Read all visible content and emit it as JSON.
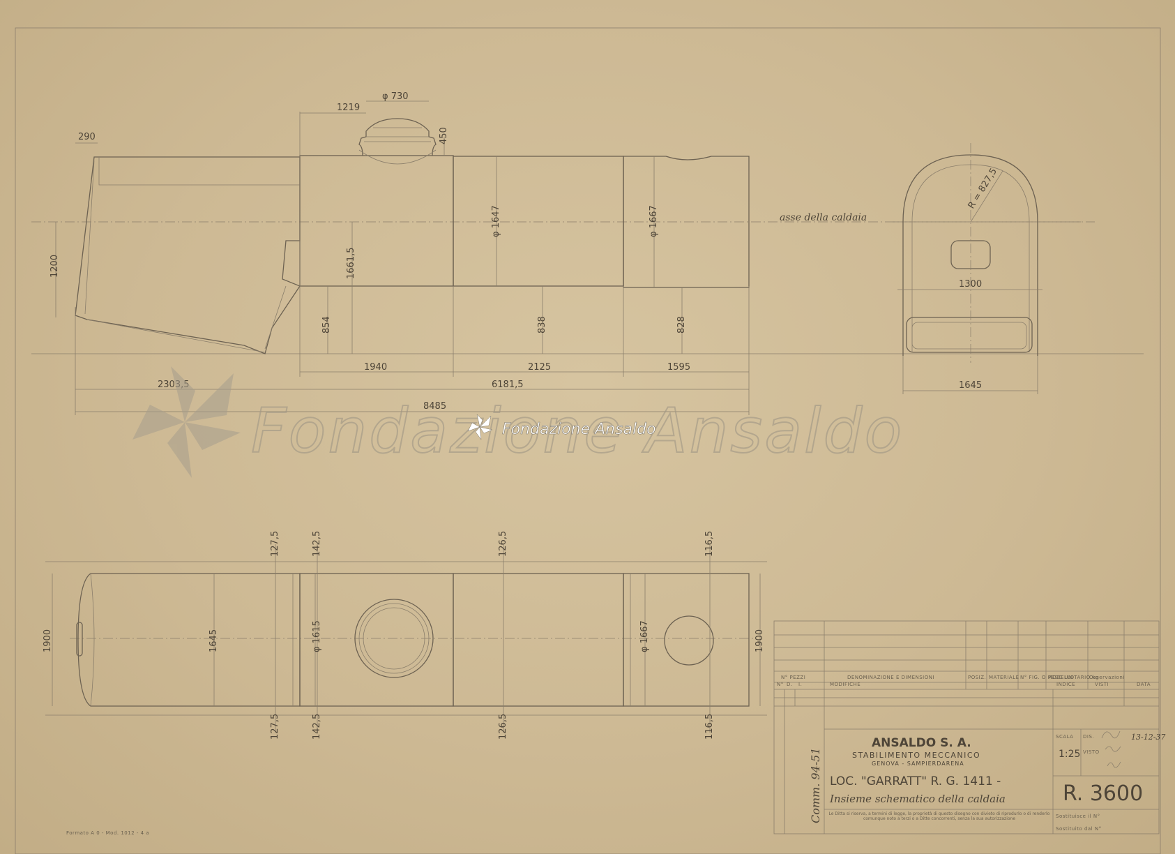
{
  "watermark": {
    "large": "Fondazione Ansaldo",
    "small": "Fondazione Ansaldo"
  },
  "side_view": {
    "axis_label": "asse della caldaia",
    "dims": {
      "d290": "290",
      "d1219": "1219",
      "d730": "φ 730",
      "d450": "450",
      "d1200": "1200",
      "d1647": "φ 1647",
      "d1667": "φ 1667",
      "d1661": "1661,5",
      "d854": "854",
      "d838": "838",
      "d828": "828",
      "d1940": "1940",
      "d2125": "2125",
      "d1595": "1595",
      "d2303": "2303,5",
      "d6181": "6181,5",
      "d8485": "8485"
    }
  },
  "front_view": {
    "dims": {
      "radius": "R = 827,5",
      "d1300": "1300",
      "d1645": "1645"
    }
  },
  "plan_view": {
    "dims": {
      "t127": "127,5",
      "t142": "142,5",
      "t126": "126,5",
      "t116": "116,5",
      "b127": "127,5",
      "b142": "142,5",
      "b126": "126,5",
      "b116": "116,5",
      "d1900l": "1900",
      "d1900r": "1900",
      "d1645": "1645",
      "d1615": "φ 1615",
      "d1667": "φ 1667"
    }
  },
  "bottom_note": "Formato A 0 - Mod. 1012 - 4 a",
  "title_block": {
    "parts_headers": [
      "N° PEZZI",
      "DENOMINAZIONE E DIMENSIONI",
      "POSIZ.",
      "MATERIALE",
      "N° FIG. O MODELLO",
      "PESO UNITARIO kg",
      "Osservazioni"
    ],
    "mod_headers": [
      "N°",
      "D.",
      "I.",
      "MODIFICHE",
      "INDICE",
      "VISTI",
      "DATA"
    ],
    "company": "ANSALDO S. A.",
    "plant": "STABILIMENTO MECCANICO",
    "city": "GENOVA - SAMPIERDARENA",
    "title1": "LOC. \"GARRATT\" R. G. 1411 -",
    "title2": "Insieme schematico della caldaia",
    "commission": "Comm. 94-51",
    "scala_label": "SCALA",
    "scale": "1:25",
    "dis_label": "DIS.",
    "visto_label": "VISTO",
    "date": "13-12-37",
    "number": "R. 3600",
    "legal": "Le Ditta si riserva, a termini di legge, la proprietà di questo disegno con divieto di riprodurlo o di renderlo comunque noto a terzi o a Ditte concorrenti, senza la sua autorizzazione",
    "sostituisce": "Sostituisce il N°",
    "sostituito": "Sostituito dal N°"
  }
}
